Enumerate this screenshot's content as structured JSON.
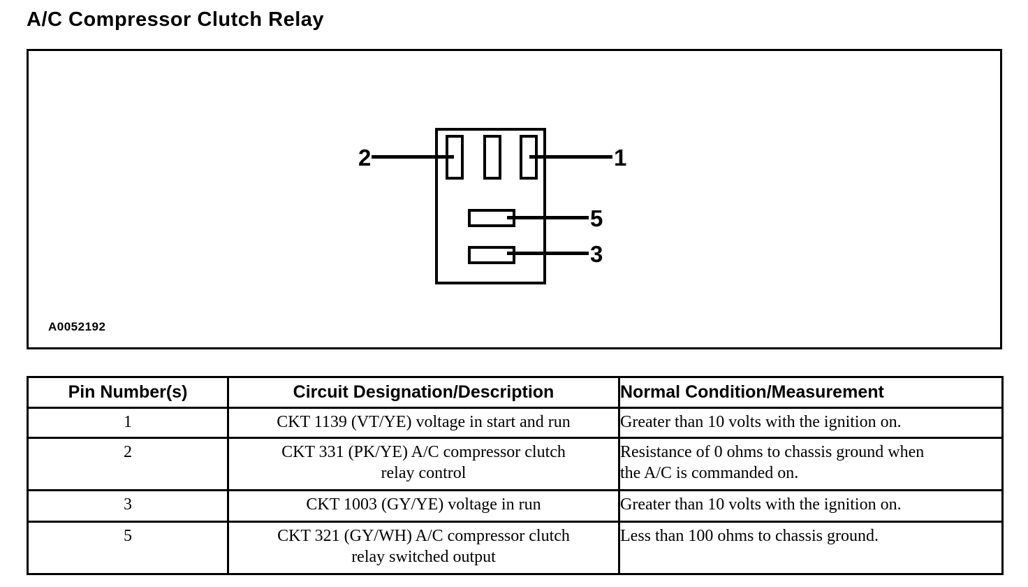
{
  "page": {
    "title": "A/C Compressor Clutch Relay"
  },
  "figure": {
    "code": "A0052192",
    "pin_labels": {
      "pin2": "2",
      "pin1": "1",
      "pin5": "5",
      "pin3": "3"
    }
  },
  "table": {
    "headers": [
      "Pin Number(s)",
      "Circuit Designation/Description",
      "Normal Condition/Measurement"
    ],
    "rows": [
      {
        "pin": "1",
        "circuit": "CKT 1139 (VT/YE) voltage in start and run",
        "condition": "Greater than 10 volts with the ignition on."
      },
      {
        "pin": "2",
        "circuit": "CKT 331 (PK/YE) A/C compressor clutch\nrelay control",
        "condition": "Resistance of 0 ohms to chassis ground when\nthe A/C is commanded on."
      },
      {
        "pin": "3",
        "circuit": "CKT 1003 (GY/YE) voltage in run",
        "condition": "Greater than 10 volts with the ignition on."
      },
      {
        "pin": "5",
        "circuit": "CKT 321 (GY/WH) A/C compressor clutch\nrelay switched output",
        "condition": "Less than 100 ohms to chassis ground."
      }
    ]
  },
  "colors": {
    "ink": "#000000",
    "background": "#ffffff"
  }
}
